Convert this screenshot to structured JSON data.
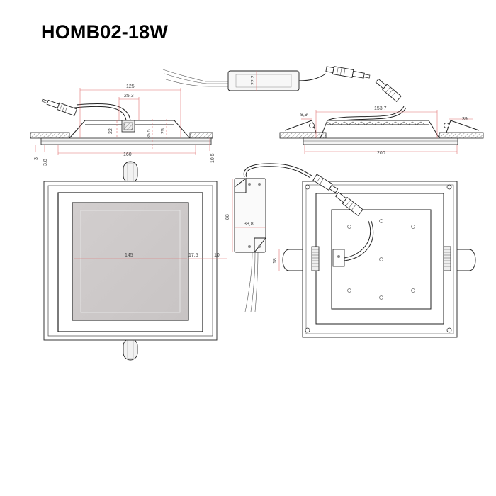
{
  "title": "HOMB02-18W",
  "dims": {
    "d125": "125",
    "d25_3": "25,3",
    "d22": "22",
    "d35_5": "35,5",
    "d25": "25",
    "d160": "160",
    "d3": "3",
    "d3_8": "3,8",
    "d10_5": "10,5",
    "d22_2": "22,2",
    "d153_7": "153,7",
    "d8_9": "8,9",
    "d39": "39",
    "d200": "200",
    "d145": "145",
    "d17_5": "17,5",
    "d10": "10",
    "d88": "88",
    "d38_8": "38,8",
    "d18": "18"
  }
}
